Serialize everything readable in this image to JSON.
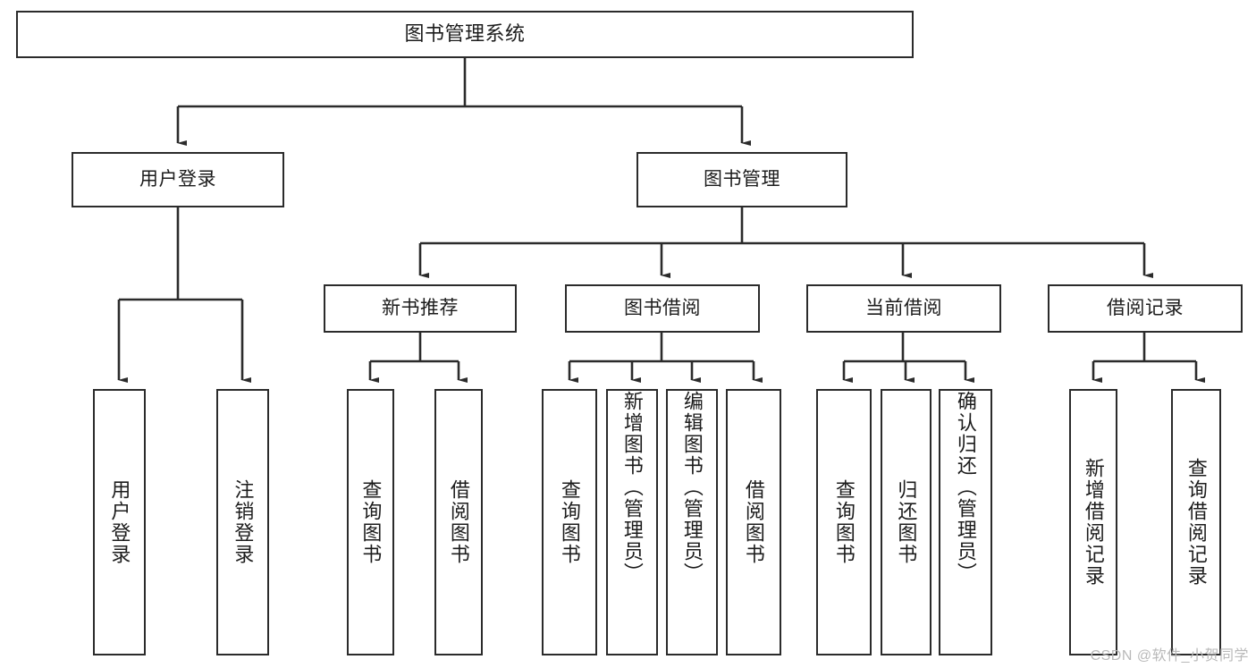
{
  "diagram": {
    "title": "图书管理系统",
    "type": "tree",
    "colors": {
      "box_border": "#2b2b2b",
      "box_fill": "#ffffff",
      "line": "#2b2b2b",
      "text": "#1c1c1c",
      "watermark": "#b9b9b9",
      "background": "#ffffff"
    },
    "root": {
      "id": "root",
      "label": "图书管理系统"
    },
    "level2": [
      {
        "id": "user-login",
        "label": "用户登录"
      },
      {
        "id": "book-manage",
        "label": "图书管理"
      }
    ],
    "level3": [
      {
        "id": "new-book-recommend",
        "label": "新书推荐",
        "parent": "book-manage"
      },
      {
        "id": "book-borrow",
        "label": "图书借阅",
        "parent": "book-manage"
      },
      {
        "id": "current-borrow",
        "label": "当前借阅",
        "parent": "book-manage"
      },
      {
        "id": "borrow-record",
        "label": "借阅记录",
        "parent": "book-manage"
      }
    ],
    "leaves": [
      {
        "id": "leaf-user-login",
        "label": "用户登录",
        "parent": "user-login"
      },
      {
        "id": "leaf-logout-login",
        "label": "注销登录",
        "parent": "user-login"
      },
      {
        "id": "leaf-query-book-1",
        "label": "查询图书",
        "parent": "new-book-recommend"
      },
      {
        "id": "leaf-borrow-book-1",
        "label": "借阅图书",
        "parent": "new-book-recommend"
      },
      {
        "id": "leaf-query-book-2",
        "label": "查询图书",
        "parent": "book-borrow"
      },
      {
        "id": "leaf-add-book-admin",
        "label": "新增图书（管理员）",
        "parent": "book-borrow"
      },
      {
        "id": "leaf-edit-book-admin",
        "label": "编辑图书（管理员）",
        "parent": "book-borrow"
      },
      {
        "id": "leaf-borrow-book-2",
        "label": "借阅图书",
        "parent": "book-borrow"
      },
      {
        "id": "leaf-query-book-3",
        "label": "查询图书",
        "parent": "current-borrow"
      },
      {
        "id": "leaf-return-book",
        "label": "归还图书",
        "parent": "current-borrow"
      },
      {
        "id": "leaf-confirm-return-admin",
        "label": "确认归还（管理员）",
        "parent": "current-borrow"
      },
      {
        "id": "leaf-add-borrow-record",
        "label": "新增借阅记录",
        "parent": "borrow-record"
      },
      {
        "id": "leaf-query-borrow-record",
        "label": "查询借阅记录",
        "parent": "borrow-record"
      }
    ],
    "watermark": "CSDN @软件_小贺同学"
  }
}
